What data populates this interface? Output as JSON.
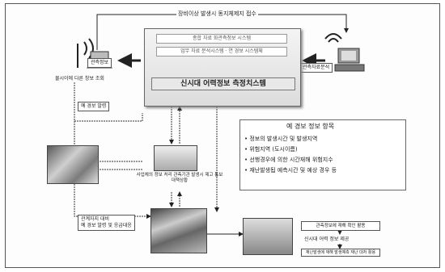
{
  "top_label": "장비이상 발생시 동지체제지 접수",
  "main_box": {
    "line1": "종합 자료 화관측청보 시스템",
    "line2": "업무 자료 분석시스템 · 연 경보 시스템체",
    "title": "신시대 어력정보 측정치스템"
  },
  "left_node": {
    "badge": "관측정보",
    "caption": "물시이에 다른 창보 조회"
  },
  "right_node": {
    "badge": "관측자료분석"
  },
  "warning_issue": "예 경보 발령",
  "center_photo_caption": "사업체의 정보 처리 관측기관 발생시 제고 통보 대책상황",
  "warning_box": {
    "title": "예 경보 정보 항목",
    "items": [
      "정보의 발생시간 및 발생지역",
      "위험지역 (도시이름)",
      "선행경우에 의한 시간재해 위험지수",
      "재난발생됩 예측시간 및 예상 경우 등"
    ]
  },
  "bottom_left_label": "관계자지 대비\n예 경보 발령 및 응급대응",
  "right_flow": {
    "box1": "관측정보에 재해 확인 활용",
    "box2": "신시대 어력 정보 제공",
    "box3": "재난발생에 재해 발생예측 재난 대처 활용"
  }
}
